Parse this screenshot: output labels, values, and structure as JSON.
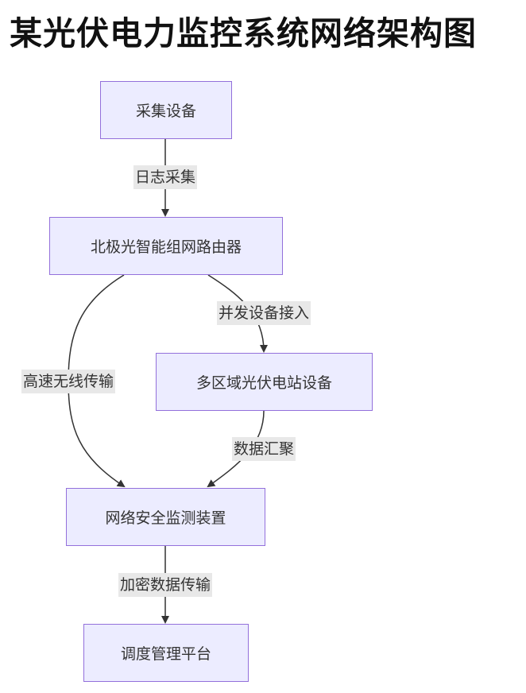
{
  "title": "某光伏电力监控系统网络架构图",
  "nodes": {
    "collector": "采集设备",
    "router": "北极光智能组网路由器",
    "stations": "多区域光伏电站设备",
    "security": "网络安全监测装置",
    "dispatch": "调度管理平台"
  },
  "edges": {
    "log_collect": "日志采集",
    "concurrent_access": "并发设备接入",
    "wireless": "高速无线传输",
    "aggregation": "数据汇聚",
    "encrypted": "加密数据传输"
  },
  "colors": {
    "node_fill": "#ECECFF",
    "node_border": "#9370DB",
    "edge": "#333333",
    "label_bg": "#e8e8e8"
  }
}
